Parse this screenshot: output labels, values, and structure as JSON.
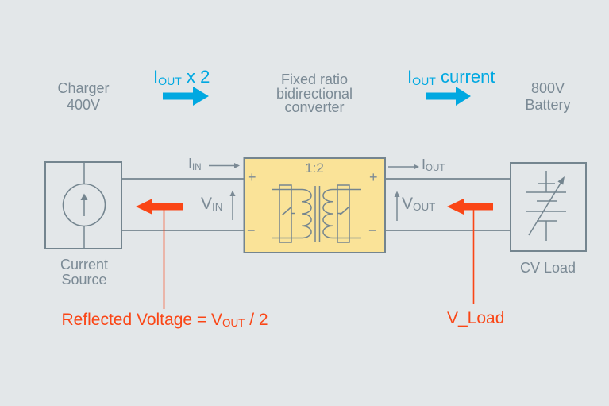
{
  "colors": {
    "background": "#e3e7e9",
    "text_gray": "#7b8a95",
    "line_gray": "#74858f",
    "cyan": "#00a8e1",
    "red": "#fa4616",
    "converter_fill": "#fae398"
  },
  "header": {
    "charger": {
      "line1": "Charger",
      "line2": "400V"
    },
    "left_flow": {
      "base": "I",
      "sub": "OUT",
      "rest": " x 2"
    },
    "converter": {
      "line1": "Fixed ratio",
      "line2": "bidirectional",
      "line3": "converter"
    },
    "right_flow": {
      "base": "I",
      "sub": "OUT",
      "rest": " current"
    },
    "battery": {
      "line1": "800V",
      "line2": "Battery"
    }
  },
  "diagram": {
    "ratio": "1:2",
    "plus": "+",
    "minus": "−",
    "i_in": {
      "base": "I",
      "sub": "IN"
    },
    "v_in": {
      "base": "V",
      "sub": "IN"
    },
    "i_out": {
      "base": "I",
      "sub": "OUT"
    },
    "v_out": {
      "base": "V",
      "sub": "OUT"
    },
    "current_source": {
      "line1": "Current",
      "line2": "Source"
    },
    "cv_load": "CV Load"
  },
  "annotations": {
    "reflected_voltage": {
      "pre": "Reflected Voltage = V",
      "sub": "OUT",
      "post": " / 2"
    },
    "v_load": "V_Load"
  }
}
